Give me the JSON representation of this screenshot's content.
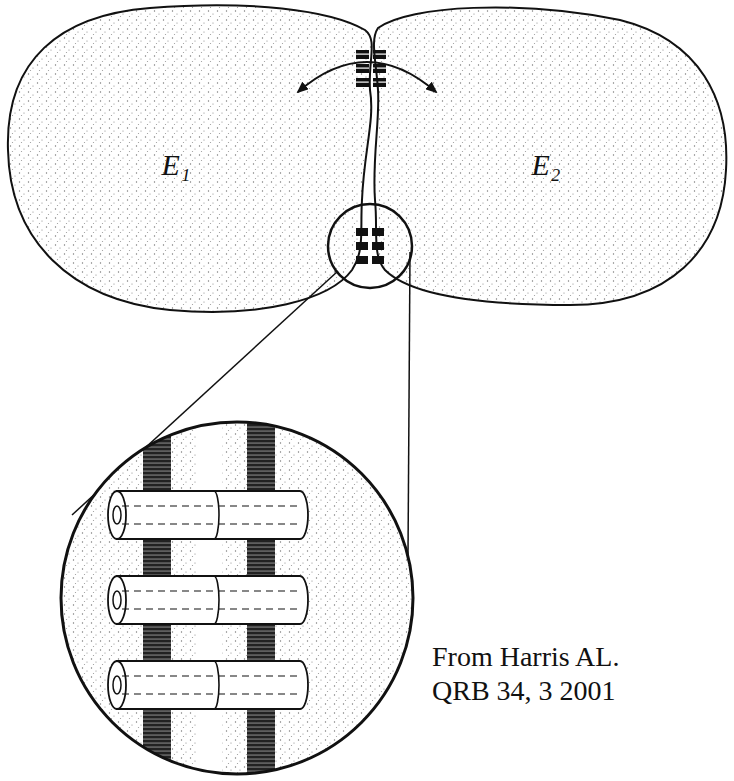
{
  "diagram": {
    "nodes": [
      {
        "text": [
          "E₁"
        ]
      },
      {
        "text": [
          "E₂"
        ]
      }
    ],
    "edges": [
      {
        "from": 0,
        "to": 1,
        "arrow": "both"
      }
    ],
    "labels": [
      "From Harris AL. QRB 34, 3 2001"
    ]
  }
}
